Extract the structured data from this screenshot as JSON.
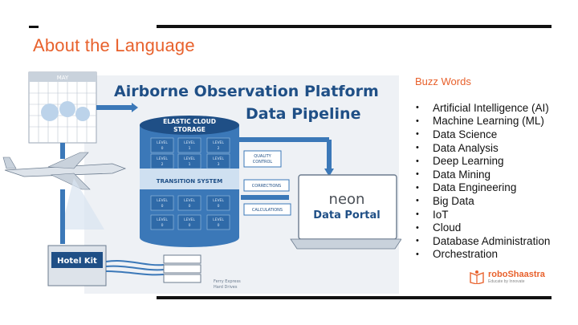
{
  "slide": {
    "title": "About the Language"
  },
  "diagram": {
    "title_line1": "Airborne Observation Platform",
    "title_line2": "Data Pipeline",
    "calendar_month": "MAY",
    "cloud_storage_line1": "ELASTIC CLOUD",
    "cloud_storage_line2": "STORAGE",
    "transition_system": "TRANSITION SYSTEM",
    "quality_control_line1": "QUALITY",
    "quality_control_line2": "CONTROL",
    "corrections": "CORRECTIONS",
    "calculations": "CALCULATIONS",
    "portal_brand": "neon",
    "portal_label": "Data Portal",
    "hotel_kit": "Hotel Kit",
    "drives_line1": "Ferry Express",
    "drives_line2": "Hard Drives",
    "storage_cells": [
      {
        "line1": "LEVEL",
        "line2": "0"
      },
      {
        "line1": "LEVEL",
        "line2": "1"
      },
      {
        "line1": "LEVEL",
        "line2": "2"
      },
      {
        "line1": "LEVEL",
        "line2": "2"
      },
      {
        "line1": "LEVEL",
        "line2": "1"
      },
      {
        "line1": "LEVEL",
        "line2": "3"
      }
    ],
    "bottom_cells": [
      {
        "line1": "LEVEL",
        "line2": "0"
      },
      {
        "line1": "LEVEL",
        "line2": "0"
      },
      {
        "line1": "LEVEL",
        "line2": "0"
      },
      {
        "line1": "LEVEL",
        "line2": "0"
      },
      {
        "line1": "LEVEL",
        "line2": "0"
      },
      {
        "line1": "LEVEL",
        "line2": "0"
      }
    ]
  },
  "buzz": {
    "heading": "Buzz Words",
    "bullet": "•",
    "items": [
      "Artificial Intelligence (AI)",
      "Machine Learning (ML)",
      "Data Science",
      "Data Analysis",
      "Deep Learning",
      "Data Mining",
      "Data Engineering",
      "Big Data",
      "IoT",
      "Cloud",
      "Database Administration",
      "Orchestration"
    ]
  },
  "logo": {
    "name": "roboShaastra",
    "tagline": "Educate by Innovate"
  },
  "colors": {
    "accent": "#e8612c",
    "diagram_blue": "#3b78b8",
    "diagram_dark_blue": "#1f4f86",
    "panel_bg": "#eef1f5"
  }
}
